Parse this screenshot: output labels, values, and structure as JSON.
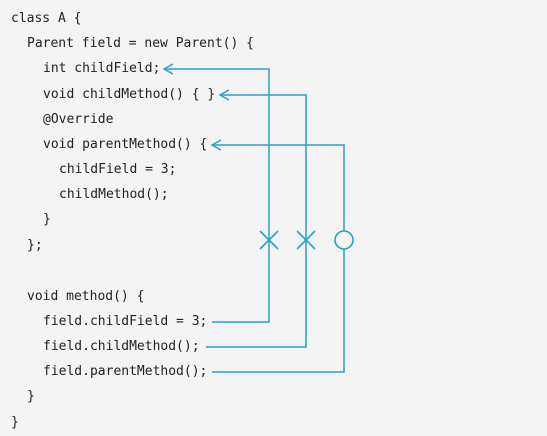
{
  "code": {
    "lines": [
      "class A {",
      "Parent field = new Parent() {",
      "int childField;",
      "void childMethod() { }",
      "@Override",
      "void parentMethod() {",
      "childField = 3;",
      "childMethod();",
      "}",
      "};",
      "void method() {",
      "field.childField = 3;",
      "field.childMethod();",
      "field.parentMethod();",
      "}",
      "}"
    ]
  },
  "diagram": {
    "connections": [
      {
        "from": "field.childField = 3;",
        "to": "int childField;",
        "result": "not-accessible",
        "marker": "cross"
      },
      {
        "from": "field.childMethod();",
        "to": "void childMethod() { }",
        "result": "not-accessible",
        "marker": "cross"
      },
      {
        "from": "field.parentMethod();",
        "to": "void parentMethod() {",
        "result": "accessible",
        "marker": "circle"
      }
    ],
    "colors": {
      "connector": "#2b9fcb",
      "text": "#222222",
      "background": "#f4f4f4"
    }
  }
}
